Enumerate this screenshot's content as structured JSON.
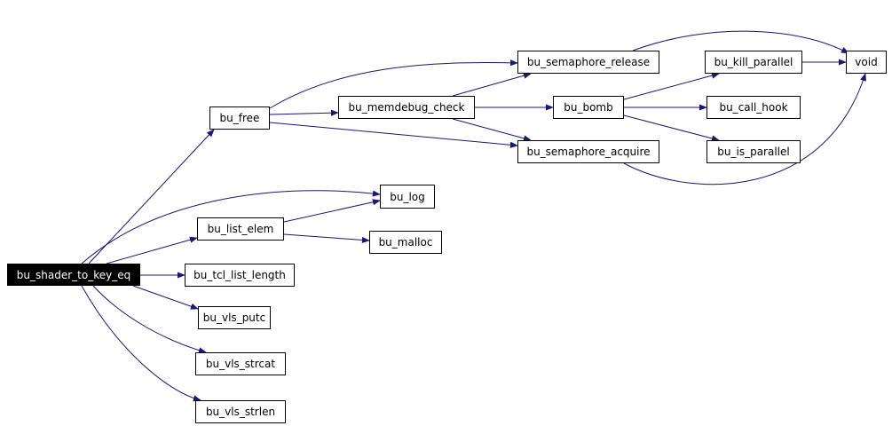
{
  "graph": {
    "root": "bu_shader_to_key_eq",
    "nodes": {
      "bu_shader_to_key_eq": "bu_shader_to_key_eq",
      "bu_free": "bu_free",
      "bu_memdebug_check": "bu_memdebug_check",
      "bu_semaphore_release": "bu_semaphore_release",
      "bu_semaphore_acquire": "bu_semaphore_acquire",
      "bu_bomb": "bu_bomb",
      "bu_kill_parallel": "bu_kill_parallel",
      "bu_call_hook": "bu_call_hook",
      "bu_is_parallel": "bu_is_parallel",
      "void": "void",
      "bu_log": "bu_log",
      "bu_list_elem": "bu_list_elem",
      "bu_malloc": "bu_malloc",
      "bu_tcl_list_length": "bu_tcl_list_length",
      "bu_vls_putc": "bu_vls_putc",
      "bu_vls_strcat": "bu_vls_strcat",
      "bu_vls_strlen": "bu_vls_strlen"
    },
    "edges": [
      [
        "bu_shader_to_key_eq",
        "bu_free"
      ],
      [
        "bu_shader_to_key_eq",
        "bu_log"
      ],
      [
        "bu_shader_to_key_eq",
        "bu_list_elem"
      ],
      [
        "bu_shader_to_key_eq",
        "bu_tcl_list_length"
      ],
      [
        "bu_shader_to_key_eq",
        "bu_vls_putc"
      ],
      [
        "bu_shader_to_key_eq",
        "bu_vls_strcat"
      ],
      [
        "bu_shader_to_key_eq",
        "bu_vls_strlen"
      ],
      [
        "bu_free",
        "bu_semaphore_release"
      ],
      [
        "bu_free",
        "bu_memdebug_check"
      ],
      [
        "bu_free",
        "bu_semaphore_acquire"
      ],
      [
        "bu_memdebug_check",
        "bu_semaphore_release"
      ],
      [
        "bu_memdebug_check",
        "bu_bomb"
      ],
      [
        "bu_memdebug_check",
        "bu_semaphore_acquire"
      ],
      [
        "bu_semaphore_release",
        "void"
      ],
      [
        "bu_semaphore_acquire",
        "void"
      ],
      [
        "bu_bomb",
        "bu_kill_parallel"
      ],
      [
        "bu_bomb",
        "bu_call_hook"
      ],
      [
        "bu_bomb",
        "bu_is_parallel"
      ],
      [
        "bu_kill_parallel",
        "void"
      ],
      [
        "bu_list_elem",
        "bu_log"
      ],
      [
        "bu_list_elem",
        "bu_malloc"
      ]
    ],
    "colors": {
      "edge": "#191970",
      "node_border": "#000000",
      "root_fill": "#000000",
      "root_text": "#ffffff"
    }
  }
}
